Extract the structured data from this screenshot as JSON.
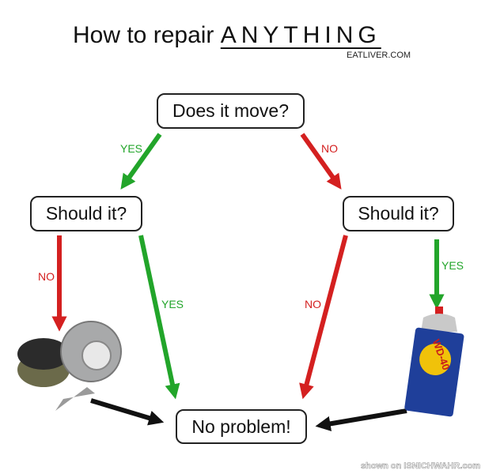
{
  "title": {
    "prefix": "How to repair ",
    "emphasis": "ANYTHING",
    "credit": "EATLIVER.COM"
  },
  "nodes": {
    "start": "Does it move?",
    "left": "Should it?",
    "right": "Should it?",
    "end": "No problem!"
  },
  "edges": {
    "start_yes": "YES",
    "start_no": "NO",
    "left_no": "NO",
    "left_yes": "YES",
    "right_no": "NO",
    "right_yes": "YES"
  },
  "images": {
    "wd40": "WD-40"
  },
  "watermark": "shown on ISNICHWAHR.com",
  "colors": {
    "yes": "#22a52a",
    "no": "#d42020",
    "neutral": "#111111"
  }
}
